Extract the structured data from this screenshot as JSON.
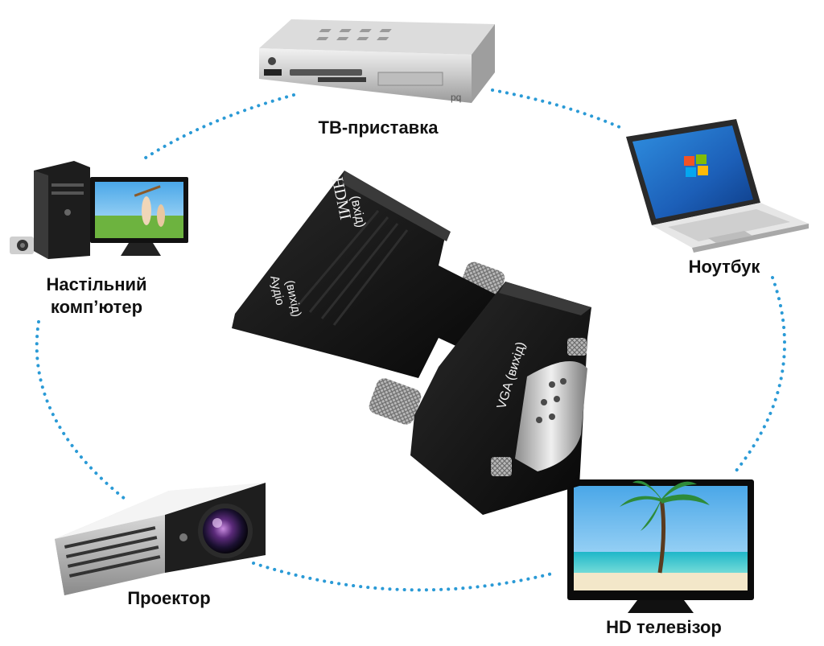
{
  "devices": {
    "tv_box": {
      "label": "ТВ-приставка"
    },
    "laptop": {
      "label": "Ноутбук"
    },
    "desktop": {
      "label_line1": "Настільний",
      "label_line2": "комп’ютер"
    },
    "projector": {
      "label": "Проектор"
    },
    "hdtv": {
      "label": "HD телевізор"
    }
  },
  "adapter": {
    "hdmi_line1": "HDMI",
    "hdmi_line2": "(вхід)",
    "audio_line1": "Аудіо",
    "audio_line2": "(вихід)",
    "vga_label": "VGA (вихід)"
  },
  "tv_box_brand": "pq",
  "colors": {
    "dotted_ring": "#2a9ad6",
    "adapter_body": "#141414",
    "label_text": "#111111"
  }
}
